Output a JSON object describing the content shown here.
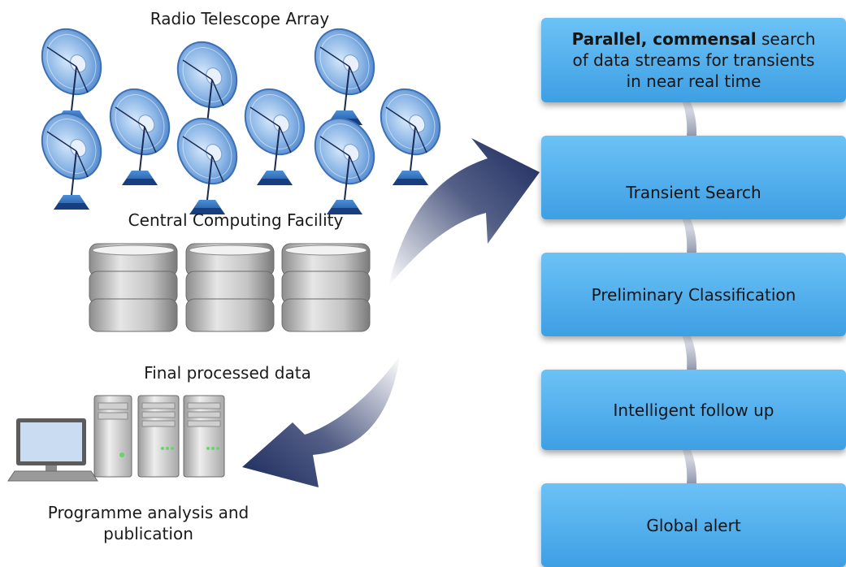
{
  "labels": {
    "array": "Radio Telescope Array",
    "computing": "Central Computing Facility",
    "final": "Final processed data",
    "programme": "Programme analysis and publication"
  },
  "boxes": [
    {
      "bold": "Parallel, commensal",
      "text": " search of data streams for transients in near real time"
    },
    {
      "text": "Transient Search"
    },
    {
      "text": "Preliminary Classification"
    },
    {
      "text": "Intelligent follow up"
    },
    {
      "text": "Global alert"
    }
  ],
  "colors": {
    "box_fill": "#4aa8ea",
    "arrow": "#1b2a5e",
    "dish": "#6fa3dc",
    "server": "#b8b8b8"
  },
  "icons": [
    "radio-dish-icon",
    "database-icon",
    "computer-icon",
    "server-tower-icon",
    "curved-arrow-icon"
  ]
}
